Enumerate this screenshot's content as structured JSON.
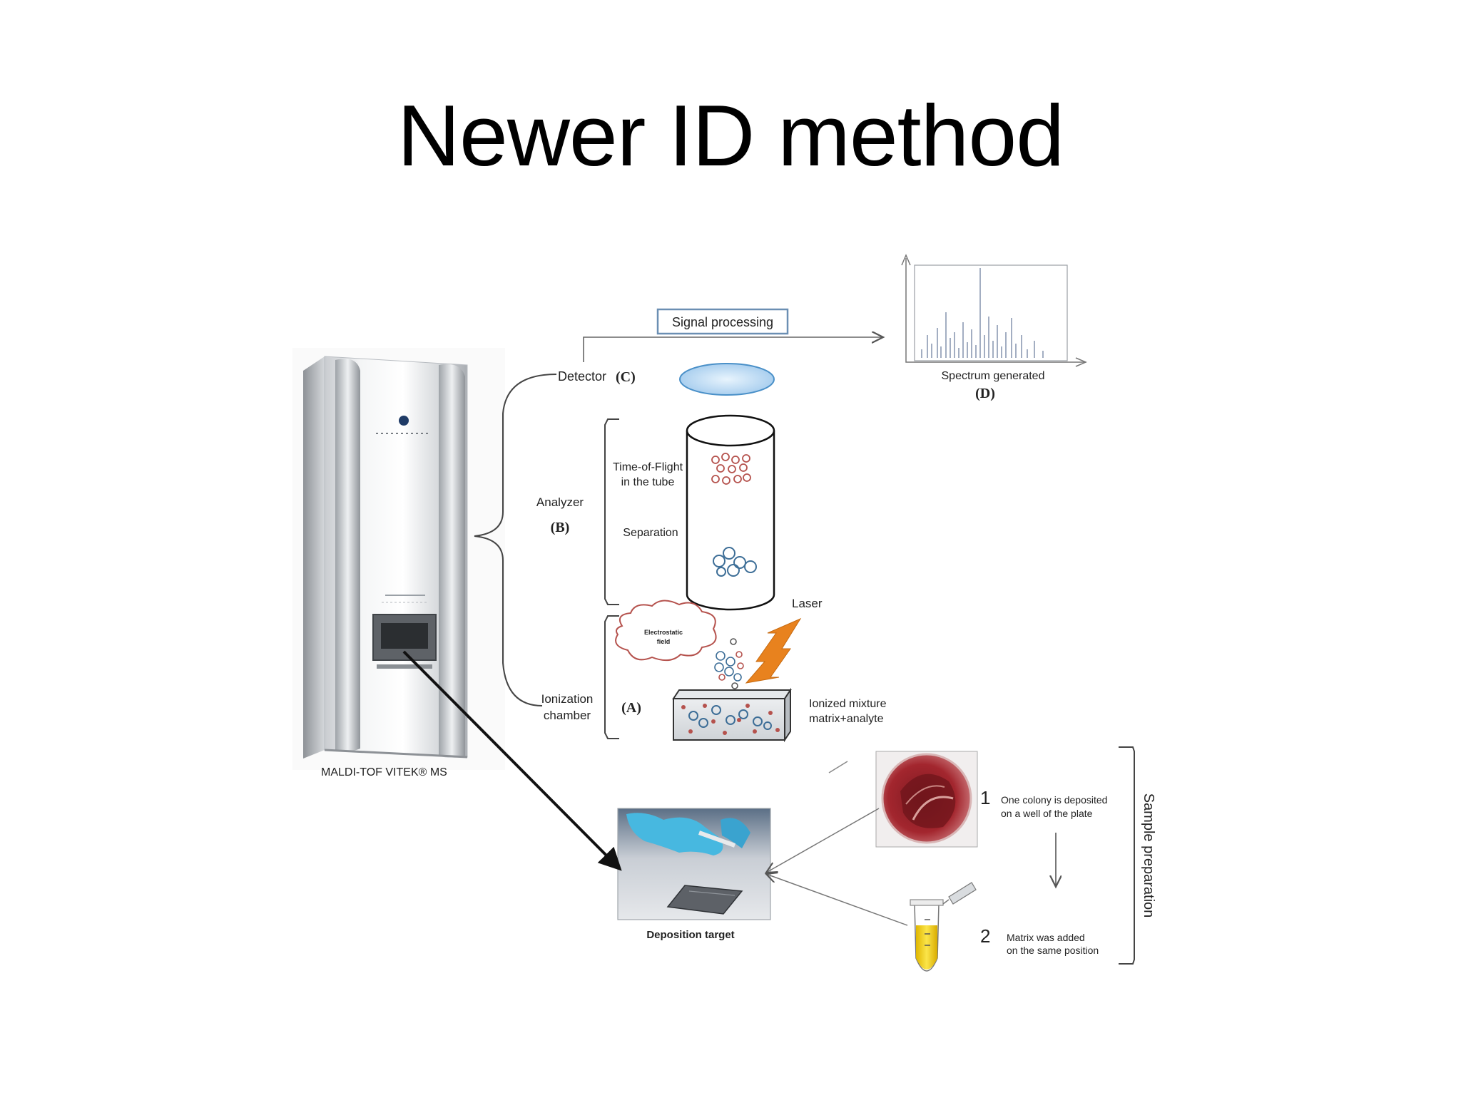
{
  "slide": {
    "title": "Newer ID method"
  },
  "diagram": {
    "instrument_caption": "MALDI-TOF VITEK® MS",
    "signal_processing": "Signal processing",
    "spectrum_label": "Spectrum generated",
    "spectrum_letter": "(D)",
    "detector_label": "Detector",
    "detector_letter": "(C)",
    "analyzer_label": "Analyzer",
    "analyzer_letter": "(B)",
    "tof_line1": "Time-of-Flight",
    "tof_line2": "in the tube",
    "separation_label": "Separation",
    "laser_label": "Laser",
    "electrostatic_line1": "Electrostatic",
    "electrostatic_line2": "field",
    "ionization_line1": "Ionization",
    "ionization_line2": "chamber",
    "ionization_letter": "(A)",
    "ionized_line1": "Ionized mixture",
    "ionized_line2": "matrix+analyte",
    "step1_number": "1",
    "step1_line1": "One colony is deposited",
    "step1_line2": "on a well of the plate",
    "step2_number": "2",
    "step2_line1": "Matrix was added",
    "step2_line2": "on the same position",
    "sample_prep_label": "Sample preparation",
    "deposition_label": "Deposition target"
  },
  "colors": {
    "ion_red": "#b5524d",
    "ion_blue": "#3d6e97",
    "laser": "#e8821e",
    "detector_fill": "#b8d8f2",
    "matrix_yellow": "#f2d21a",
    "agar_red": "#a3262e",
    "glove_blue": "#47b8e0"
  }
}
